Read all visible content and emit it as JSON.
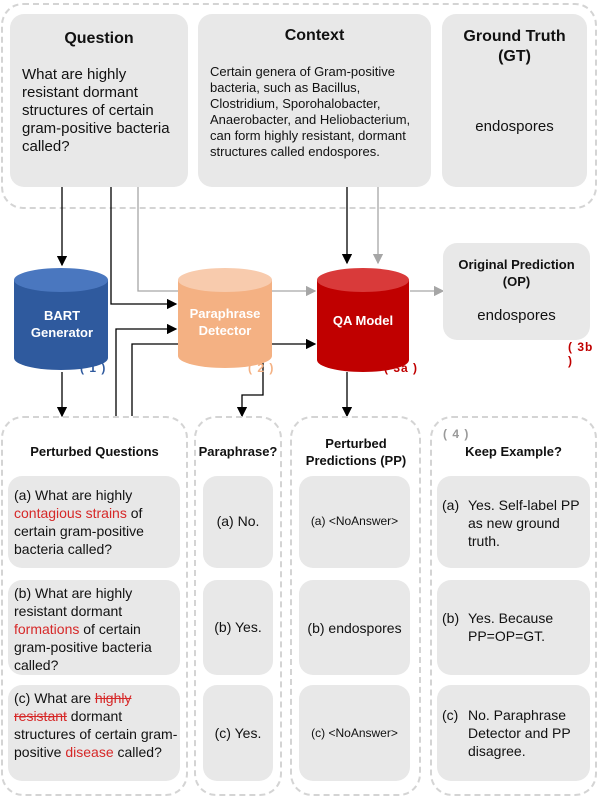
{
  "question": {
    "title": "Question",
    "text": "What are highly resistant dormant structures of certain gram-positive bacteria called?"
  },
  "context": {
    "title": "Context",
    "text": "Certain genera of Gram-positive bacteria, such as Bacillus, Clostridium, Sporohalobacter, Anaerobacter, and Heliobacterium, can form highly resistant, dormant structures called endospores."
  },
  "ground_truth": {
    "title": "Ground Truth (GT)",
    "value": "endospores"
  },
  "models": {
    "bart": {
      "label": "BART Generator",
      "step": "( 1 )",
      "color": "#2f5a9e"
    },
    "paraphrase": {
      "label": "Paraphrase Detector",
      "step": "( 2 )",
      "color": "#f4b183"
    },
    "qa": {
      "label": "QA Model",
      "step": "( 3a )",
      "color": "#c00000"
    }
  },
  "original_prediction": {
    "title": "Original Prediction (OP)",
    "value": "endospores",
    "step": "( 3b )"
  },
  "columns": {
    "perturbed_questions": "Perturbed Questions",
    "paraphrase": "Paraphrase?",
    "perturbed_predictions": "Perturbed Predictions (PP)",
    "keep_example": "Keep Example?",
    "keep_step": "( 4 )"
  },
  "rows": [
    {
      "q_a": {
        "prefix": "(a) What are highly ",
        "highlight": "contagious strains",
        "suffix": " of certain gram-positive bacteria called?"
      },
      "paraphrase": "(a) No.",
      "prediction": "(a) <NoAnswer>",
      "keep": {
        "label": "(a)",
        "text": "Yes. Self-label PP as new ground truth."
      }
    },
    {
      "q_b": {
        "prefix": "(b) What are highly resistant dormant ",
        "highlight": "formations",
        "suffix": " of certain gram-positive bacteria called?"
      },
      "paraphrase": "(b) Yes.",
      "prediction": "(b) endospores",
      "keep": {
        "label": "(b)",
        "text": "Yes. Because PP=OP=GT."
      }
    },
    {
      "q_c": {
        "prefix": "(c) What are ",
        "struck": "highly resistant",
        "middle": " dormant structures of certain gram-positive ",
        "highlight": "disease",
        "suffix": " called?"
      },
      "paraphrase": "(c) Yes.",
      "prediction": "(c) <NoAnswer>",
      "keep": {
        "label": "(c)",
        "text": "No. Paraphrase Detector and PP disagree."
      }
    }
  ]
}
